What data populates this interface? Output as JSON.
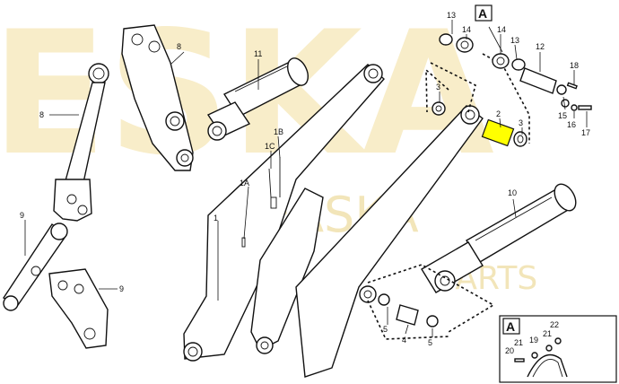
{
  "watermark": {
    "brand": "ESKA",
    "small_brand": "EASKA",
    "sub": "PARTS",
    "color": "#f6e7b8"
  },
  "callouts": {
    "c1": "1",
    "c1A": "1A",
    "c1B": "1B",
    "c1C": "1C",
    "c2": "2",
    "c3a": "3",
    "c3b": "3",
    "c4": "4",
    "c5a": "5",
    "c5b": "5",
    "c8a": "8",
    "c8b": "8",
    "c9a": "9",
    "c9b": "9",
    "c10": "10",
    "c11": "11",
    "c12": "12",
    "c13a": "13",
    "c13b": "13",
    "c14a": "14",
    "c14b": "14",
    "c15": "15",
    "c16": "16",
    "c17": "17",
    "c18": "18",
    "c19": "19",
    "c20": "20",
    "c21a": "21",
    "c21b": "21",
    "c22": "22"
  },
  "detail_labels": {
    "top": "A",
    "bottom": "A"
  },
  "highlight": {
    "part": "2",
    "color": "#ffff00"
  }
}
